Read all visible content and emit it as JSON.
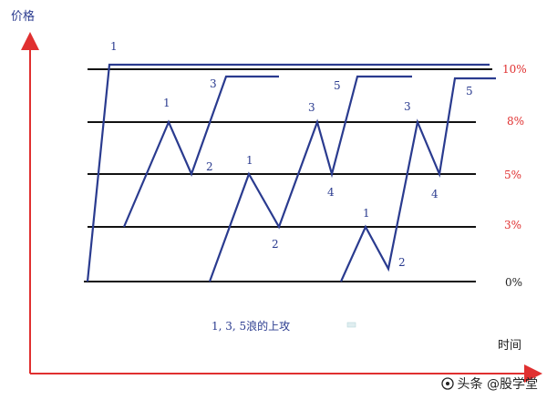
{
  "axes": {
    "y_label": "价格",
    "x_label": "时间",
    "axis_color": "#e03030"
  },
  "levels": [
    {
      "label": "10%",
      "color": "#e03030"
    },
    {
      "label": "8%",
      "color": "#e03030"
    },
    {
      "label": "5%",
      "color": "#e03030"
    },
    {
      "label": "3%",
      "color": "#e03030"
    },
    {
      "label": "0%",
      "color": "#222222"
    }
  ],
  "wave_color": "#2a3b8f",
  "wave_labels": {
    "big_1": "1",
    "a": {
      "w1": "1",
      "w2": "2",
      "w3": "3"
    },
    "b": {
      "w1": "1",
      "w2": "2",
      "w3": "3",
      "w4": "4",
      "w5": "5"
    },
    "c": {
      "w1": "1",
      "w2": "2",
      "w3": "3",
      "w4": "4",
      "w5": "5"
    }
  },
  "caption": "1, 3, 5浪的上攻",
  "watermark": {
    "text": "头条 @股学堂",
    "icon": "logo-icon"
  }
}
